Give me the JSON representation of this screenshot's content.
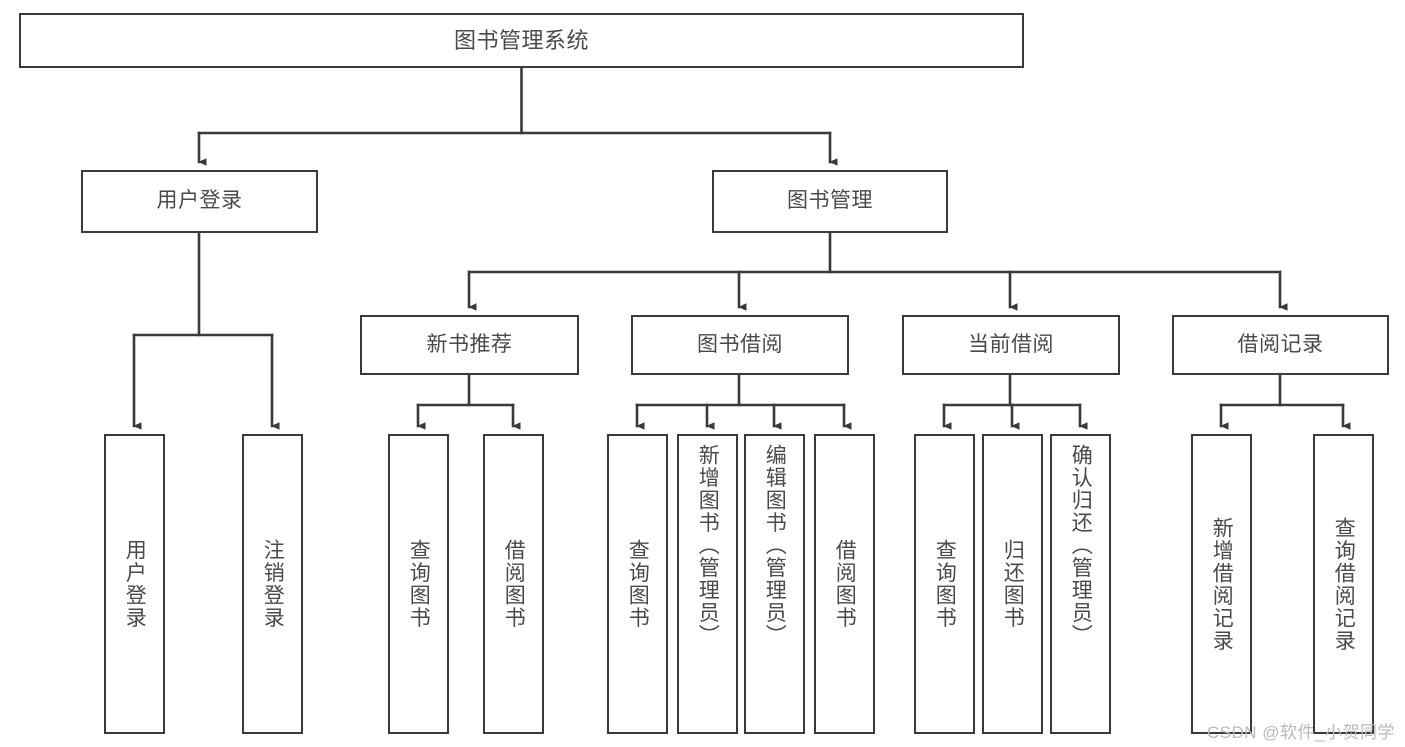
{
  "diagram": {
    "type": "tree",
    "title": "图书管理系统",
    "line_color": "#3a3a3a",
    "text_color": "#4a4a4a",
    "background": "#ffffff",
    "root": {
      "label": "图书管理系统"
    },
    "level2": [
      {
        "label": "用户登录"
      },
      {
        "label": "图书管理"
      }
    ],
    "level3": [
      {
        "label": "新书推荐"
      },
      {
        "label": "图书借阅"
      },
      {
        "label": "当前借阅"
      },
      {
        "label": "借阅记录"
      }
    ],
    "leaves": {
      "user_login": [
        {
          "label": "用户登录"
        },
        {
          "label": "注销登录"
        }
      ],
      "new_book_recommend": [
        {
          "label": "查询图书"
        },
        {
          "label": "借阅图书"
        }
      ],
      "book_borrow": [
        {
          "label": "查询图书"
        },
        {
          "label": "新增图书（管理员）"
        },
        {
          "label": "编辑图书（管理员）"
        },
        {
          "label": "借阅图书"
        }
      ],
      "current_borrow": [
        {
          "label": "查询图书"
        },
        {
          "label": "归还图书"
        },
        {
          "label": "确认归还（管理员）"
        }
      ],
      "borrow_record": [
        {
          "label": "新增借阅记录"
        },
        {
          "label": "查询借阅记录"
        }
      ]
    }
  },
  "watermark": {
    "text": "CSDN @软件_小贺同学"
  }
}
